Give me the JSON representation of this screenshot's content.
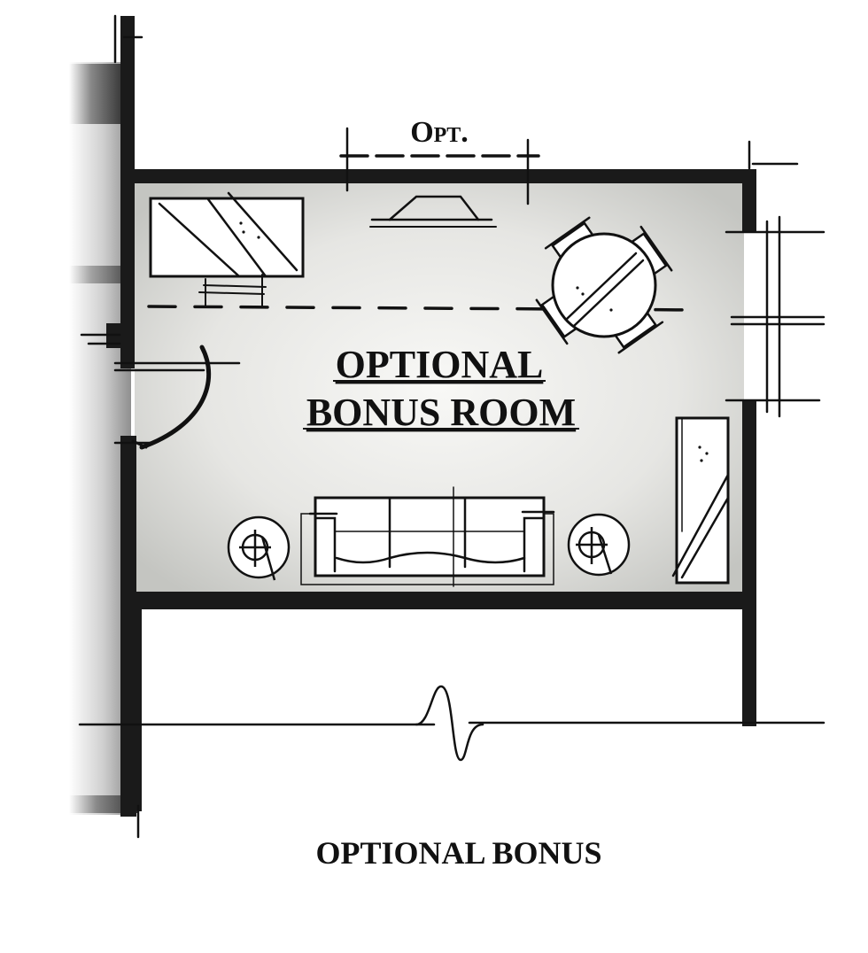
{
  "labels": {
    "opt": "Opt.",
    "room_line1": "OPTIONAL",
    "room_line2": "BONUS ROOM",
    "caption": "OPTIONAL BONUS"
  },
  "colors": {
    "wall": "#1a1a1a",
    "floor_center": "#f7f7f5",
    "floor_edge": "#c9cac6",
    "exterior_shade": "#9a9a9a",
    "sketch_line": "#111111"
  },
  "fixtures": [
    {
      "name": "tv-console",
      "type": "furniture"
    },
    {
      "name": "optional-window",
      "type": "window"
    },
    {
      "name": "round-dining-table",
      "type": "furniture",
      "chairs": 4
    },
    {
      "name": "sofa",
      "type": "furniture"
    },
    {
      "name": "end-table-left",
      "type": "furniture"
    },
    {
      "name": "end-table-right",
      "type": "furniture"
    },
    {
      "name": "bookcase",
      "type": "furniture"
    },
    {
      "name": "entry-door",
      "type": "door"
    }
  ]
}
